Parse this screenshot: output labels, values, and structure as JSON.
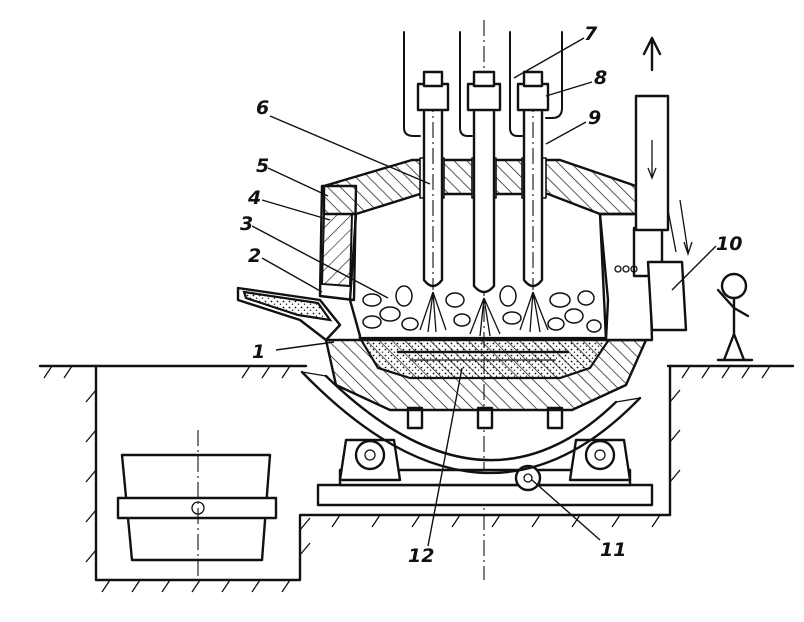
{
  "figure": {
    "callouts": [
      {
        "id": "1",
        "text": "1"
      },
      {
        "id": "2",
        "text": "2"
      },
      {
        "id": "3",
        "text": "3"
      },
      {
        "id": "4",
        "text": "4"
      },
      {
        "id": "5",
        "text": "5"
      },
      {
        "id": "6",
        "text": "6"
      },
      {
        "id": "7",
        "text": "7"
      },
      {
        "id": "8",
        "text": "8"
      },
      {
        "id": "9",
        "text": "9"
      },
      {
        "id": "10",
        "text": "10"
      },
      {
        "id": "11",
        "text": "11"
      },
      {
        "id": "12",
        "text": "12"
      }
    ],
    "colors": {
      "ink": "#111111",
      "background": "#ffffff"
    }
  }
}
